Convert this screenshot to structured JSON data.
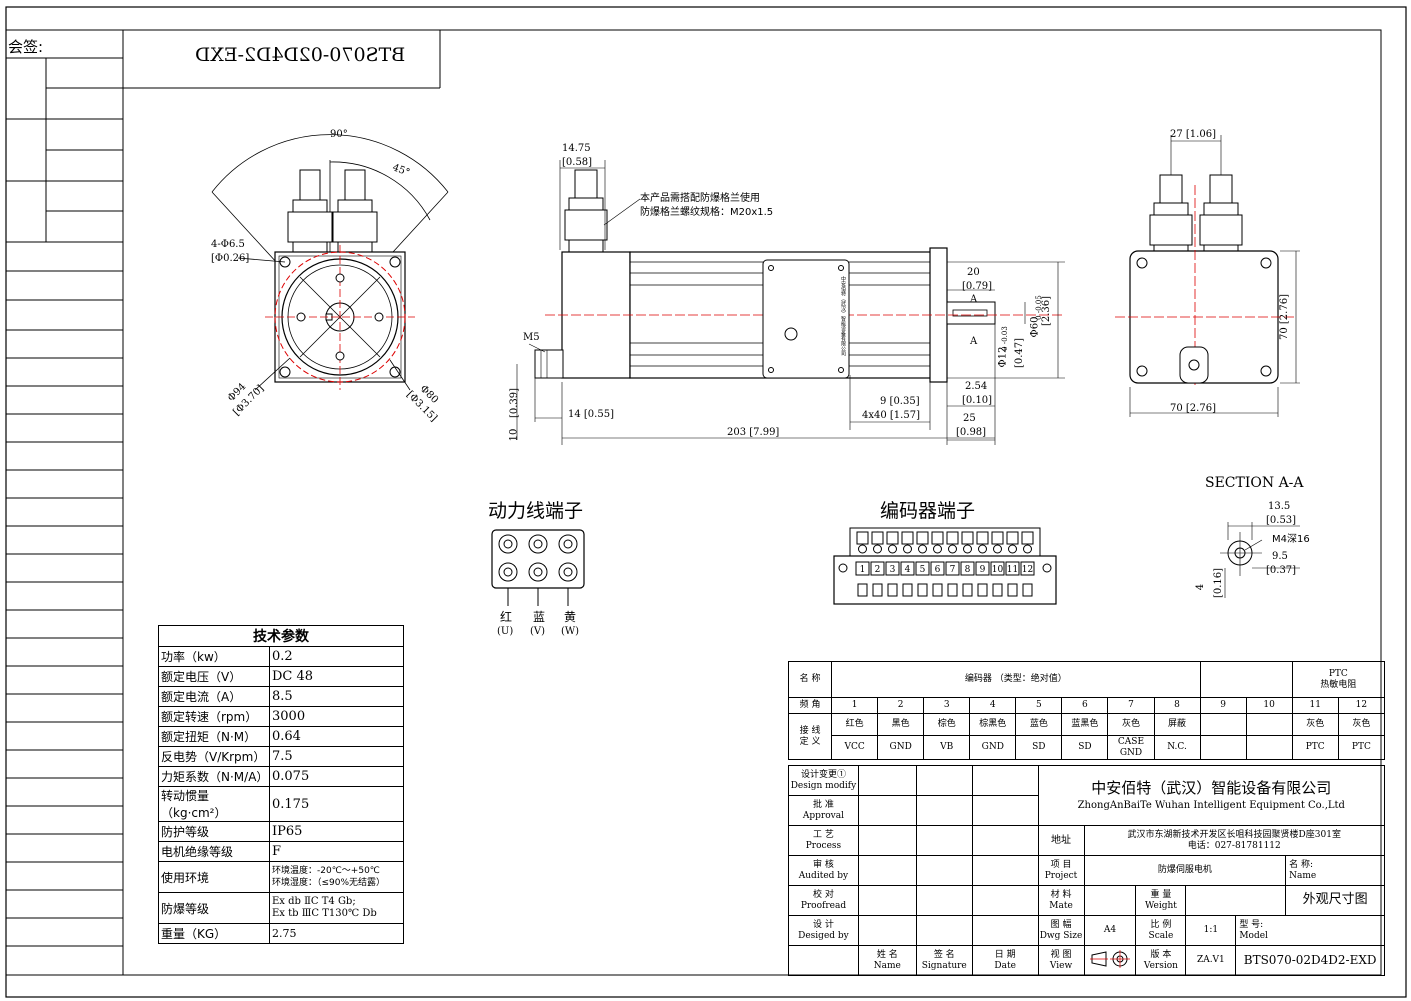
{
  "header": {
    "countersign": "会签:",
    "model_mirrored": "BTS070-02D4D2-EXD"
  },
  "front_view": {
    "angle_90": "90°",
    "angle_45": "45°",
    "holes": "4-Φ6.5",
    "holes_in": "[Φ0.26]",
    "pcd": "Φ94",
    "pcd_in": "[Φ3.70]",
    "pilot": "Φ80",
    "pilot_in": "[Φ3.15]"
  },
  "side_view": {
    "conn_w": "14.75",
    "conn_w_in": "[0.58]",
    "note_line1": "本产品需搭配防爆格兰使用",
    "note_line2": "防爆格兰螺纹规格：M20x1.5",
    "m5": "M5",
    "d10": "10",
    "d10_in": "[0.39]",
    "d14": "14 [0.55]",
    "d203": "203 [7.99]",
    "d9": "9 [0.35]",
    "d4x40": "4x40 [1.57]",
    "d20": "20",
    "d20_in": "[0.79]",
    "d254": "2.54",
    "d254_in": "[0.10]",
    "d25": "25",
    "d25_in": "[0.98]",
    "shaft": "Φ12",
    "shaft_tol": "0 -0.03",
    "shaft_in": "[0.47]",
    "spigot": "Φ60",
    "spigot_tol": "0 -0.05",
    "spigot_in": "[2.36]",
    "section_mark": "A",
    "label_lines": [
      "产品名称：",
      "防爆伺服电机",
      "产品型号：",
      "额定功率：",
      "额定电压：",
      "额定电流：",
      "额定转速：",
      "防护等级：",
      "防爆等级：",
      "出厂编号："
    ],
    "label_footer": "中安佰特（武汉）智能设备有限公司"
  },
  "rear_view": {
    "d27": "27 [1.06]",
    "d70h": "70 [2.76]",
    "d70v": "70 [2.76]"
  },
  "section": {
    "title": "SECTION A-A",
    "w": "13.5",
    "w_in": "[0.53]",
    "tap": "M4深16",
    "d95": "9.5",
    "d95_in": "[0.37]",
    "d4": "4",
    "d4_in": "[0.16]"
  },
  "power_terminal": {
    "title": "动力线端子",
    "labels": [
      "红",
      "蓝",
      "黄"
    ],
    "phases": [
      "(U)",
      "(V)",
      "(W)"
    ]
  },
  "encoder_terminal": {
    "title": "编码器端子",
    "pins": [
      "1",
      "2",
      "3",
      "4",
      "5",
      "6",
      "7",
      "8",
      "9",
      "10",
      "11",
      "12"
    ]
  },
  "tech": {
    "title": "技术参数",
    "rows": [
      {
        "k": "功率（kw）",
        "v": "0.2"
      },
      {
        "k": "额定电压（V）",
        "v": "DC 48"
      },
      {
        "k": "额定电流（A）",
        "v": "8.5"
      },
      {
        "k": "额定转速（rpm）",
        "v": "3000"
      },
      {
        "k": "额定扭矩（N·M）",
        "v": "0.64"
      },
      {
        "k": "反电势（V/Krpm）",
        "v": "7.5"
      },
      {
        "k": "力矩系数（N·M/A）",
        "v": "0.075"
      },
      {
        "k": "转动惯量（kg·cm²）",
        "v": "0.175"
      },
      {
        "k": "防护等级",
        "v": "IP65"
      },
      {
        "k": "电机绝缘等级",
        "v": "F"
      }
    ],
    "env_k": "使用环境",
    "env_v1": "环境温度：-20℃～+50℃",
    "env_v2": "环境湿度：（≤90%无结露）",
    "ex_k": "防爆等级",
    "ex_v1": "Ex db ⅡC T4 Gb;",
    "ex_v2": "Ex tb ⅢC T130℃ Db",
    "wt_k": "重量（KG）",
    "wt_v": "2.75"
  },
  "pin_table": {
    "name_h": "名 称",
    "name_v": "编码器  （类型：绝对值）",
    "ptc": "PTC",
    "ptc2": "热敏电阻",
    "pin_h": "频 角",
    "pins": [
      "1",
      "2",
      "3",
      "4",
      "5",
      "6",
      "7",
      "8",
      "9",
      "10",
      "11",
      "12"
    ],
    "def_h": "接 线\n定 义",
    "colors": [
      "红色",
      "黑色",
      "棕色",
      "棕黑色",
      "蓝色",
      "蓝黑色",
      "灰色",
      "屏蔽",
      "",
      "",
      "灰色",
      "灰色"
    ],
    "signals": [
      "VCC",
      "GND",
      "VB",
      "GND",
      "SD",
      "SD",
      "CASE GND",
      "N.C.",
      "",
      "",
      "PTC",
      "PTC"
    ]
  },
  "title_block": {
    "design_modify": "设计变更①",
    "design_modify_en": "Design modify",
    "approval": "批 准",
    "approval_en": "Approval",
    "process": "工 艺",
    "process_en": "Process",
    "audited": "审 核",
    "audited_en": "Audited by",
    "proofread": "校 对",
    "proofread_en": "Proofread",
    "designed": "设 计",
    "designed_en": "Desiged by",
    "name": "姓 名",
    "name_en": "Name",
    "signature": "签 名",
    "signature_en": "Signature",
    "date": "日 期",
    "date_en": "Date",
    "company_cn": "中安佰特（武汉）智能设备有限公司",
    "company_en": "ZhongAnBaiTe Wuhan Intelligent Equipment Co.,Ltd",
    "address_h": "地址",
    "address1": "武汉市东湖新技术开发区长咀科技园聚贤楼D座301室",
    "address2": "电话：027-81781112",
    "project": "项 目",
    "project_en": "Project",
    "project_v": "防爆伺服电机",
    "name2": "名 称:",
    "name2_en": "Name",
    "name2_v": "外观尺寸图",
    "mate": "材 料",
    "mate_en": "Mate",
    "weight": "重 量",
    "weight_en": "Weight",
    "dwg": "图 幅",
    "dwg_en": "Dwg Size",
    "dwg_v": "A4",
    "scale": "比 例",
    "scale_en": "Scale",
    "scale_v": "1:1",
    "model": "型 号:",
    "model_en": "Model",
    "model_v": "BTS070-02D4D2-EXD",
    "view": "视 图",
    "view_en": "View",
    "version": "版 本",
    "version_en": "Version",
    "version_v": "ZA.V1"
  }
}
